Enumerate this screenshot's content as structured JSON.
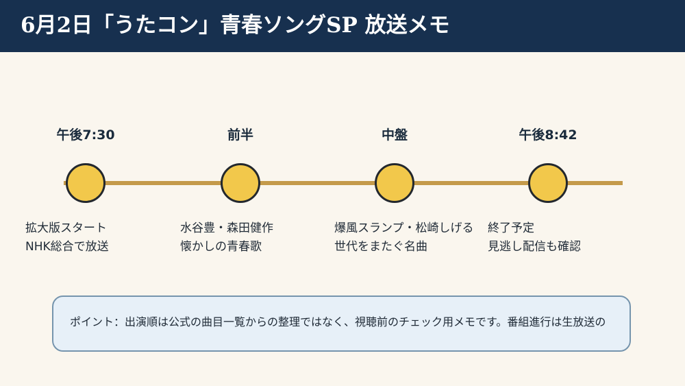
{
  "header": {
    "title": "6月2日「うたコン」青春ソングSP 放送メモ"
  },
  "timeline": {
    "milestones": [
      {
        "heading": "午後7:30",
        "lines": [
          "拡大版スタート",
          "NHK総合で放送"
        ]
      },
      {
        "heading": "前半",
        "lines": [
          "水谷豊・森田健作",
          "懐かしの青春歌"
        ]
      },
      {
        "heading": "中盤",
        "lines": [
          "爆風スランプ・松崎しげる",
          "世代をまたぐ名曲"
        ]
      },
      {
        "heading": "午後8:42",
        "lines": [
          "終了予定",
          "見逃し配信も確認"
        ]
      }
    ]
  },
  "note": {
    "text": "ポイント：出演順は公式の曲目一覧からの整理ではなく、視聴前のチェック用メモです。番組進行は生放送の"
  },
  "colors": {
    "header_bg": "#17304f",
    "page_bg": "#faf6ee",
    "line": "#c49a4a",
    "dot_fill": "#f2c84b",
    "note_border": "#7594ad",
    "note_bg": "#e7f0f8"
  }
}
